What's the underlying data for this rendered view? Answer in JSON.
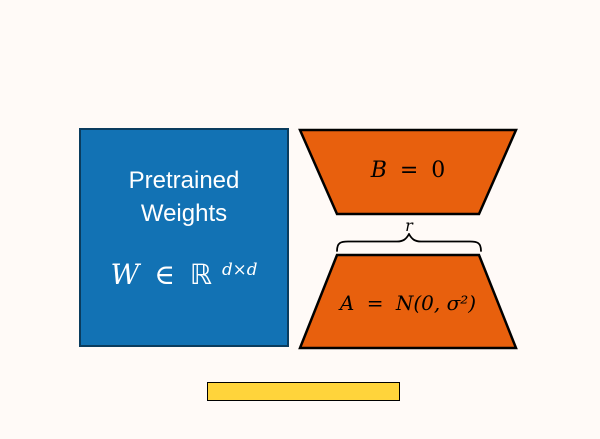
{
  "colors": {
    "background": "#fffaf7",
    "pretrained_fill": "#1272b4",
    "trapezoid_fill": "#e8600d",
    "input_bar_fill": "#ffd43b",
    "stroke": "#000000",
    "pretrained_text": "#ffffff"
  },
  "pretrained_box": {
    "label_line1": "Pretrained",
    "label_line2": "Weights",
    "math": {
      "var": "W",
      "element_of": "∈",
      "reals": "ℝ",
      "superscript": "d×d"
    }
  },
  "lora_b": {
    "var": "B",
    "eq": "=",
    "val": "0"
  },
  "rank": {
    "label": "r"
  },
  "lora_a": {
    "var": "A",
    "eq": "=",
    "dist": "N",
    "args": "(0, σ²)"
  }
}
